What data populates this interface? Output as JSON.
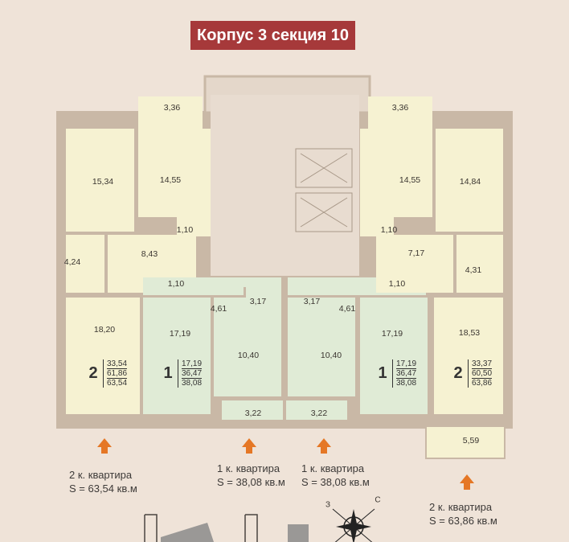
{
  "title": "Корпус 3 секция 10",
  "colors": {
    "accent": "#a6393a",
    "arrow": "#e57725",
    "apt2": "#f6f2d2",
    "apt1": "#e0ebd6",
    "wall": "#c9b8a6"
  },
  "rooms": {
    "l_balcony": "3,36",
    "l_room": "15,34",
    "l_kitchen": "14,55",
    "l_wc": "1,10",
    "l_bath": "4,24",
    "l_hall": "8,43",
    "l_room2": "18,20",
    "c1_wc": "1,10",
    "c1_hall": "4,61",
    "c1_bath": "3,17",
    "c1_room": "17,19",
    "c1_kitchen": "10,40",
    "c1_balcony": "3,22",
    "c2_bath": "3,17",
    "c2_hall": "4,61",
    "c2_wc": "1,10",
    "c2_room": "17,19",
    "c2_kitchen": "10,40",
    "c2_balcony": "3,22",
    "r_balcony": "3,36",
    "r_kitchen": "14,55",
    "r_room": "14,84",
    "r_wc": "1,10",
    "r_hall": "7,17",
    "r_bath": "4,31",
    "r_room2": "18,53",
    "r_balcony2": "5,59"
  },
  "badges": {
    "b1": {
      "num": "2",
      "v1": "33,54",
      "v2": "61,86",
      "v3": "63,54"
    },
    "b2": {
      "num": "1",
      "v1": "17,19",
      "v2": "36,47",
      "v3": "38,08"
    },
    "b3": {
      "num": "1",
      "v1": "17,19",
      "v2": "36,47",
      "v3": "38,08"
    },
    "b4": {
      "num": "2",
      "v1": "33,37",
      "v2": "60,50",
      "v3": "63,86"
    }
  },
  "captions": {
    "c1": {
      "line1": "2 к. квартира",
      "line2": "S = 63,54 кв.м"
    },
    "c2": {
      "line1": "1 к. квартира",
      "line2": "S = 38,08 кв.м"
    },
    "c3": {
      "line1": "1 к. квартира",
      "line2": "S = 38,08 кв.м"
    },
    "c4": {
      "line1": "2 к. квартира",
      "line2": "S = 63,86 кв.м"
    }
  },
  "compass": {
    "n": "С",
    "w": "З"
  }
}
